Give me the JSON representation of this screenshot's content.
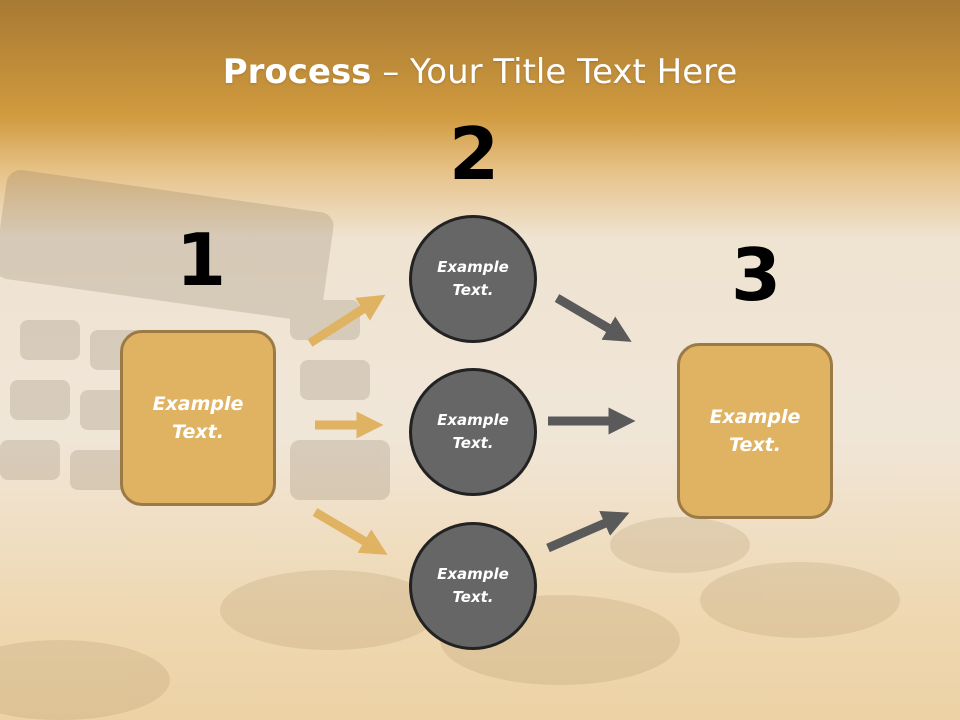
{
  "title": {
    "bold": "Process",
    "rest": " – Your Title Text Here"
  },
  "steps": {
    "one": {
      "number": "1",
      "box_text": "Example\nText."
    },
    "two": {
      "number": "2",
      "circles": [
        "Example\nText.",
        "Example\nText.",
        "Example\nText."
      ]
    },
    "three": {
      "number": "3",
      "box_text": "Example\nText."
    }
  },
  "colors": {
    "box_fill": "#e0b362",
    "box_border": "#9c7a45",
    "circle_fill": "#666666",
    "arrow_gold": "#e0b362",
    "arrow_gray": "#5a5a5a"
  }
}
